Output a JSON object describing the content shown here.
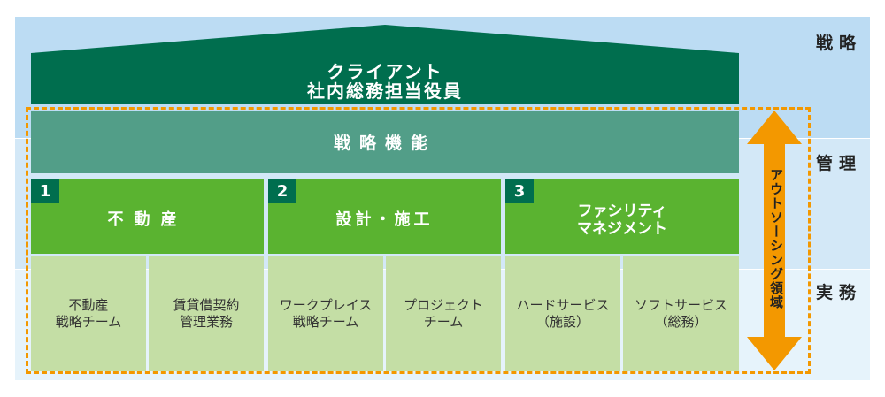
{
  "levels": [
    {
      "label": "戦略",
      "color": "#bcdcf3"
    },
    {
      "label": "管理",
      "color": "#d3e8f7"
    },
    {
      "label": "実務",
      "color": "#e6f3fb"
    }
  ],
  "client": {
    "line1": "クライアント",
    "line2": "社内総務担当役員",
    "color": "#006e4e"
  },
  "strategy_function": {
    "label": "戦略機能",
    "color": "#529e88"
  },
  "categories": [
    {
      "number": "1",
      "title": "不動産",
      "subs": [
        "不動産\n戦略チーム",
        "賃貸借契約\n管理業務"
      ]
    },
    {
      "number": "2",
      "title": "設計・施工",
      "subs": [
        "ワークプレイス\n戦略チーム",
        "プロジェクト\nチーム"
      ]
    },
    {
      "number": "3",
      "title": "ファシリティ\nマネジメント",
      "subs": [
        "ハードサービス\n（施設）",
        "ソフトサービス\n（総務）"
      ]
    }
  ],
  "outsourcing": {
    "label": "アウトソーシング領域",
    "color": "#f39800"
  },
  "colors": {
    "category": "#5ab330",
    "category_number": "#006e4e",
    "sub": "#c4dea5"
  }
}
